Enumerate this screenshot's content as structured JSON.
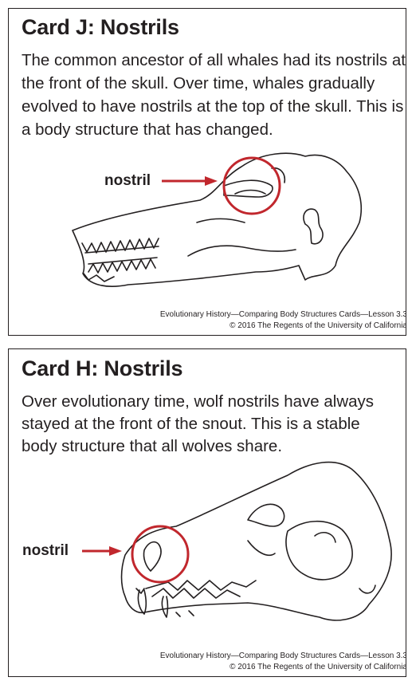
{
  "card_j": {
    "title": "Card J: Nostrils",
    "body": "The common ancestor of all whales had its nostrils at the front of the skull. Over time, whales gradually evolved to have nostrils at the top of the skull. This is a body structure that has changed.",
    "label": "nostril",
    "footer_line1": "Evolutionary History—Comparing Body Structures Cards—Lesson 3.3",
    "footer_line2": "© 2016 The Regents of the University of California"
  },
  "card_h": {
    "title": "Card H: Nostrils",
    "body": "Over evolutionary time, wolf nostrils have always stayed at the front of the snout. This is a stable body structure that all wolves share.",
    "label": "nostril",
    "footer_line1": "Evolutionary History—Comparing Body Structures Cards—Lesson 3.3",
    "footer_line2": "© 2016 The Regents of the University of California"
  },
  "colors": {
    "accent": "#c1272d",
    "ink": "#231f20"
  }
}
